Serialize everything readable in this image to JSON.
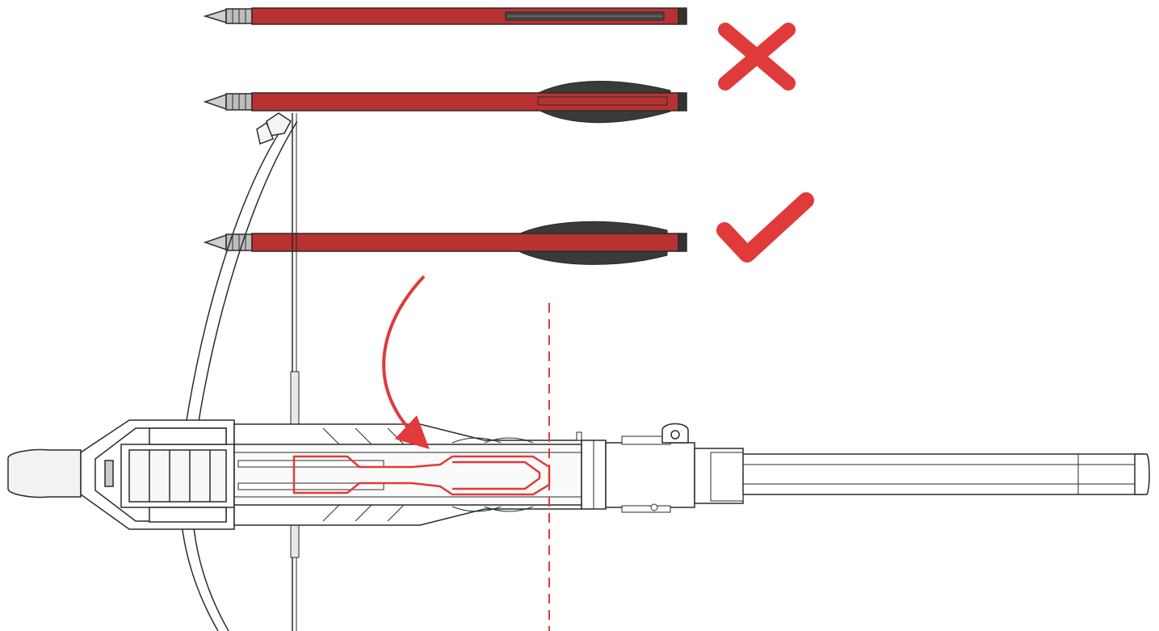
{
  "colors": {
    "arrow_red": "#b83232",
    "mark_red": "#e03a3a",
    "vane_dark": "#3a3a3a",
    "outline": "#2a2a2a",
    "nock_dark": "#333333"
  },
  "bolts": [
    {
      "label": "bolt-without-vanes",
      "verdict": "incorrect"
    },
    {
      "label": "bolt-with-offset-vanes",
      "verdict": "incorrect"
    },
    {
      "label": "bolt-with-centered-vanes",
      "verdict": "correct"
    }
  ],
  "marks": {
    "incorrect_icon": "cross-mark-icon",
    "correct_icon": "check-mark-icon"
  },
  "guide": {
    "insert_arrow_icon": "curved-arrow-icon",
    "alignment_line": "dashed-alignment-line"
  }
}
